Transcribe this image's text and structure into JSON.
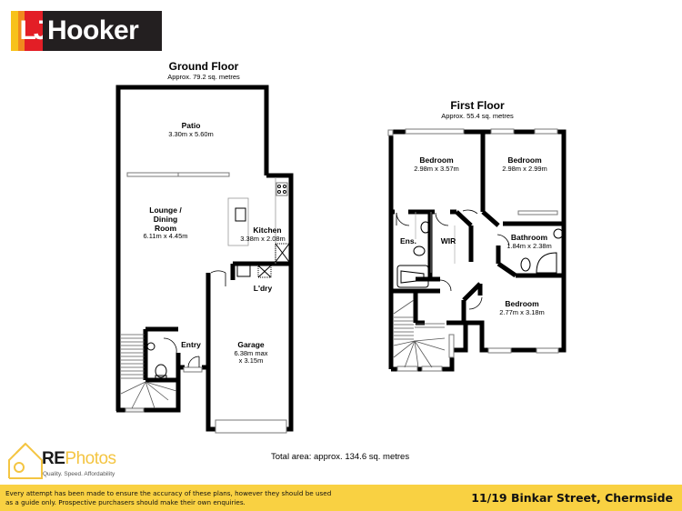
{
  "header": {
    "logo": {
      "initials": "LJ",
      "name": "Hooker",
      "colors": {
        "yellow": "#f7c21b",
        "orange": "#f18a1e",
        "red": "#e31e26",
        "dark": "#231f20"
      }
    }
  },
  "ground_floor": {
    "title": "Ground Floor",
    "area": "Approx.  79.2 sq. metres",
    "rooms": [
      {
        "name": "Patio",
        "dims": "3.30m x 5.60m"
      },
      {
        "name": "Lounge / Dining Room",
        "name_lines": [
          "Lounge /",
          "Dining",
          "Room"
        ],
        "dims": "6.11m x 4.45m"
      },
      {
        "name": "Kitchen",
        "dims": "3.38m x 2.08m"
      },
      {
        "name": "L'dry",
        "dims": ""
      },
      {
        "name": "Garage",
        "dims_lines": [
          "6.38m max",
          "x 3.15m"
        ]
      },
      {
        "name": "Entry",
        "dims": ""
      }
    ]
  },
  "first_floor": {
    "title": "First Floor",
    "area": "Approx.  55.4 sq. metres",
    "rooms": [
      {
        "name": "Bedroom",
        "dims": "2.98m x 3.57m"
      },
      {
        "name": "Bedroom",
        "dims": "2.98m x 2.99m"
      },
      {
        "name": "Ens.",
        "dims": ""
      },
      {
        "name": "WIR",
        "dims": ""
      },
      {
        "name": "Bathroom",
        "dims": "1.84m x 2.38m"
      },
      {
        "name": "Bedroom",
        "dims": "2.77m x 3.18m"
      }
    ]
  },
  "total_area": "Total area: approx. 134.6 sq. metres",
  "rephotos": {
    "brand_bold": "RE",
    "brand_light": "Photos",
    "tagline": "Quality. Speed. Affordability"
  },
  "footer": {
    "disclaimer_line1": "Every attempt has been made to ensure the accuracy of these plans, however they should be used",
    "disclaimer_line2": "as a guide only.  Prospective purchasers should make their own enquiries.",
    "address": "11/19 Binkar Street, Chermside",
    "background": "#f9d142"
  }
}
